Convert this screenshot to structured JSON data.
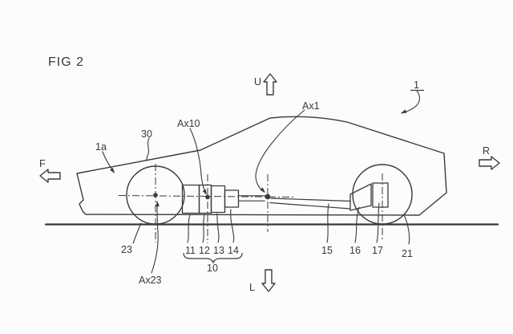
{
  "figure": {
    "title": "FIG 2",
    "type": "patent line drawing, side view of a vehicle with drivetrain unit",
    "direction_labels": {
      "up": "U",
      "down": "L",
      "front": "F",
      "rear": "R"
    },
    "reference_labels": {
      "vehicle": "1",
      "body_front": "1a",
      "hood_panel": "30",
      "axis_unit": "Ax10",
      "axis_joint": "Ax1",
      "axis_front_wheel": "Ax23",
      "front_wheel": "23",
      "unit_group": "10",
      "unit_part_a": "11",
      "unit_part_b": "12",
      "unit_part_c": "13",
      "unit_part_d": "14",
      "propeller_shaft": "15",
      "rear_gear_housing": "16",
      "rear_unit_box": "17",
      "rear_wheel": "21"
    }
  },
  "colors": {
    "line": "#3a3a3a",
    "background": "#fcfcfc"
  }
}
